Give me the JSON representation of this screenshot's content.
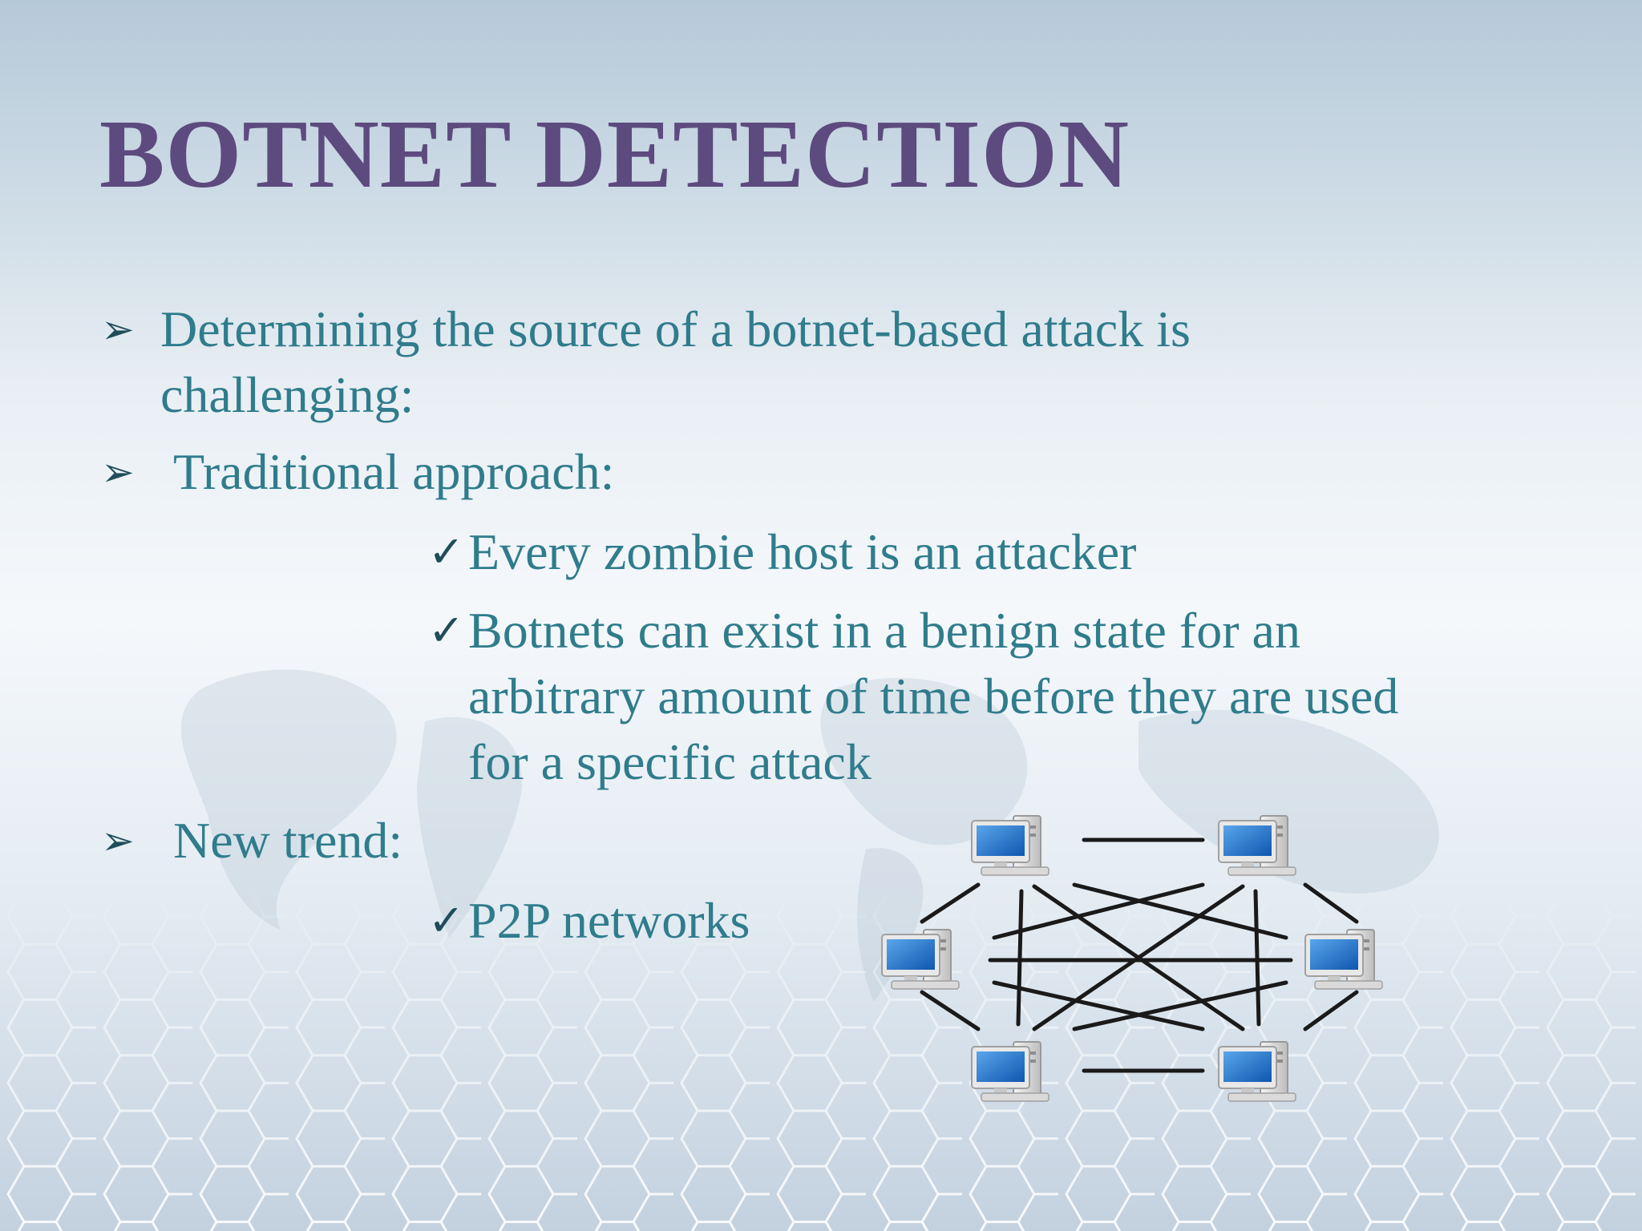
{
  "slide": {
    "title": "BOTNET DETECTION",
    "bullets": [
      {
        "marker": "➢",
        "lines": [
          "Determining the source of a botnet-based attack is",
          "challenging:"
        ]
      },
      {
        "marker": "➢",
        "lines": [
          "Traditional approach:"
        ],
        "subitems": [
          {
            "marker": "✓",
            "lines": [
              "Every zombie host is an attacker"
            ]
          },
          {
            "marker": "✓",
            "lines": [
              "Botnets can exist in a benign state for an",
              "arbitrary amount of time before they are used",
              "for a specific attack"
            ]
          }
        ]
      },
      {
        "marker": "➢",
        "lines": [
          "New trend:"
        ],
        "subitems": [
          {
            "marker": "✓",
            "lines": [
              "P2P networks"
            ]
          }
        ]
      }
    ]
  },
  "colors": {
    "title": "#5d4a7e",
    "body_text": "#2f7c8c",
    "marker": "#1f4e5a",
    "monitor_screen": "#1f6fc4"
  },
  "icons": {
    "bullet": "arrowhead-bullet-icon",
    "check": "checkmark-icon",
    "computer": "desktop-computer-icon"
  }
}
